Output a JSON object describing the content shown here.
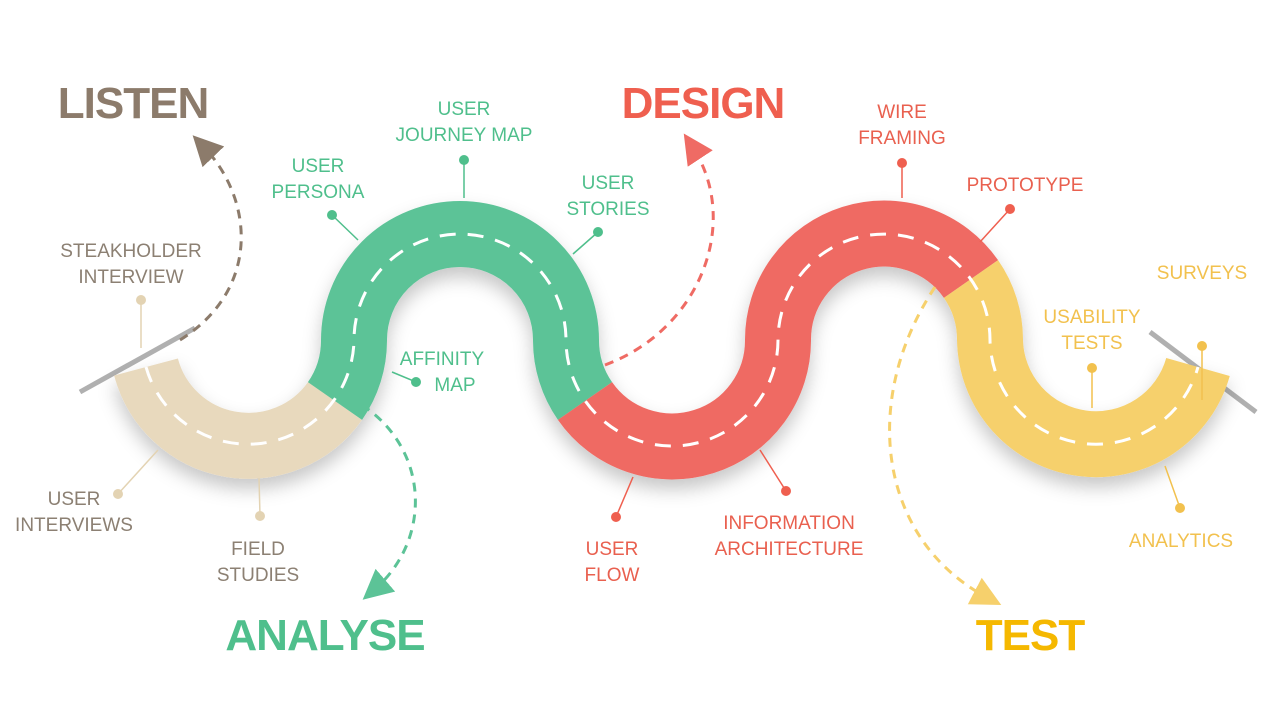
{
  "phases": [
    {
      "title": "LISTEN",
      "color": "#8c7b6b",
      "road_color": "#e8d9bd"
    },
    {
      "title": "ANALYSE",
      "color": "#4fbf8c",
      "road_color": "#5cc397"
    },
    {
      "title": "DESIGN",
      "color": "#ef5f4f",
      "road_color": "#ef6b64"
    },
    {
      "title": "TEST",
      "color": "#f5b800",
      "road_color": "#f6d06c"
    }
  ],
  "labels": {
    "steakholder_interview": [
      "STEAKHOLDER",
      "INTERVIEW"
    ],
    "user_interviews": [
      "USER",
      "INTERVIEWS"
    ],
    "field_studies": [
      "FIELD",
      "STUDIES"
    ],
    "user_persona": [
      "USER",
      "PERSONA"
    ],
    "user_journey_map": [
      "USER",
      "JOURNEY MAP"
    ],
    "user_stories": [
      "USER",
      "STORIES"
    ],
    "affinity_map": [
      "AFFINITY",
      "MAP"
    ],
    "wire_framing": [
      "WIRE",
      "FRAMING"
    ],
    "prototype": [
      "PROTOTYPE"
    ],
    "user_flow": [
      "USER",
      "FLOW"
    ],
    "information_architecture": [
      "INFORMATION",
      "ARCHITECTURE"
    ],
    "surveys": [
      "SURVEYS"
    ],
    "usability_tests": [
      "USABILITY",
      "TESTS"
    ],
    "analytics": [
      "ANALYTICS"
    ]
  }
}
